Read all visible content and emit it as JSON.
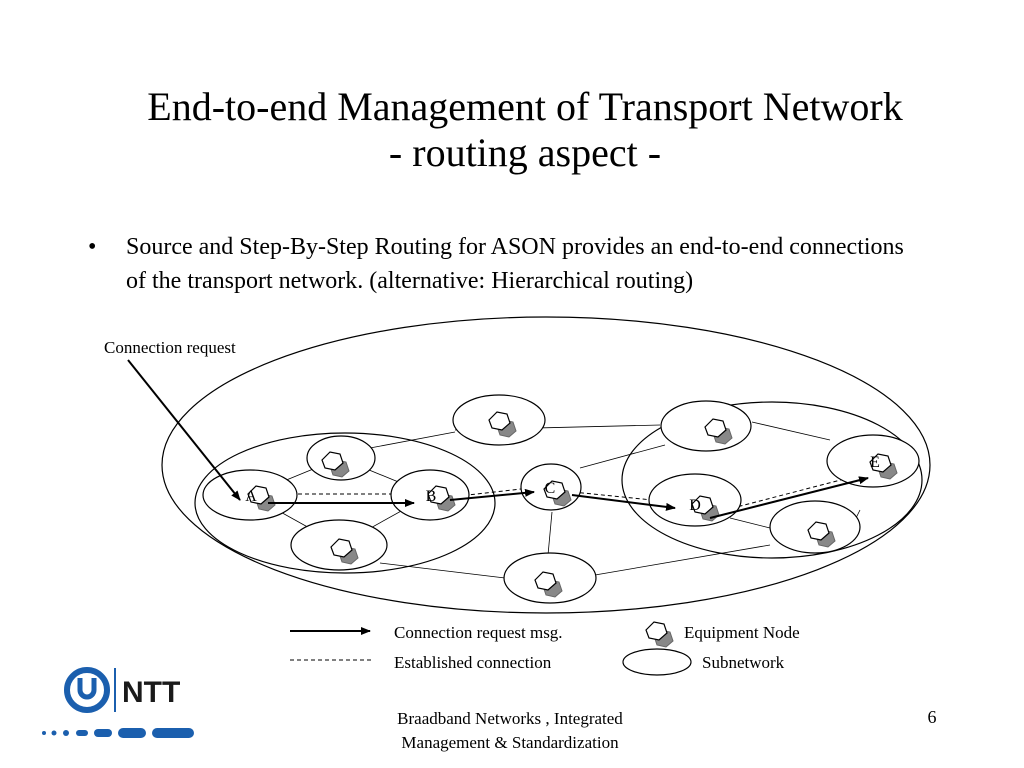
{
  "slide": {
    "title_line1": "End-to-end Management of Transport Network",
    "title_line2": "- routing aspect -",
    "bullet": "Source and Step-By-Step Routing for ASON provides an end-to-end connections of the transport network. (alternative: Hierarchical routing)",
    "footer_line1": "Braadband Networks , Integrated",
    "footer_line2": "Management & Standardization",
    "page_number": "6"
  },
  "diagram": {
    "connection_request_label": "Connection request",
    "nodes": {
      "a": "A",
      "b": "B",
      "c": "C",
      "d": "D",
      "e": "E"
    }
  },
  "legend": {
    "request_msg": "Connection request msg.",
    "established": "Established connection",
    "equipment_node": "Equipment Node",
    "subnetwork": "Subnetwork"
  },
  "logo": {
    "text": "NTT",
    "brand_color": "#1b5fae"
  }
}
